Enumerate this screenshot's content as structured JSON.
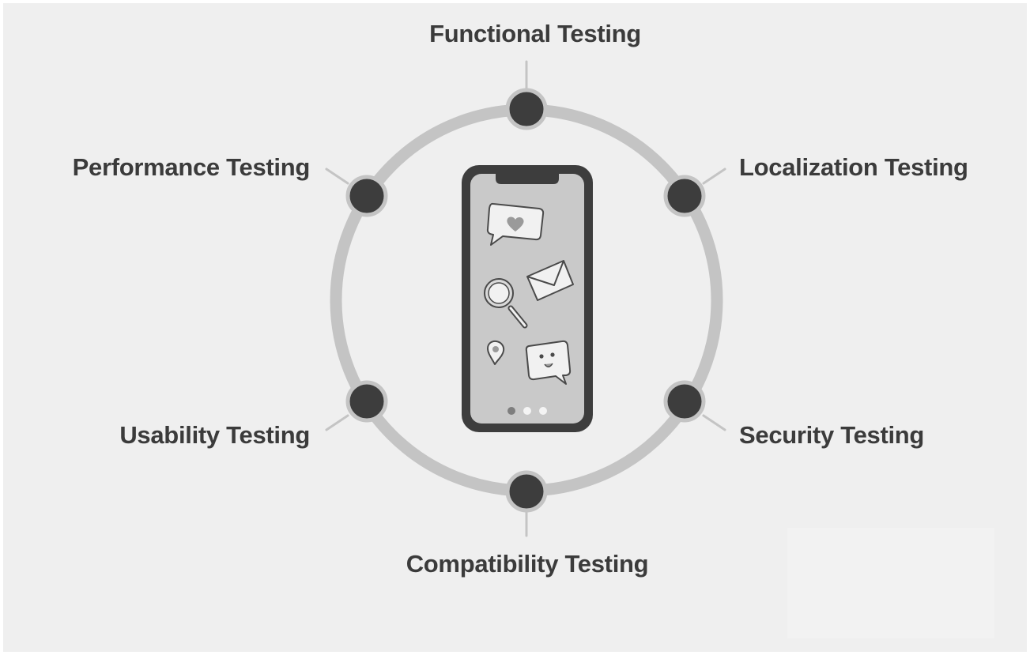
{
  "labels": {
    "top": "Functional Testing",
    "right_top": "Localization Testing",
    "right_bottom": "Security Testing",
    "bottom": "Compatibility Testing",
    "left_bottom": "Usability Testing",
    "left_top": "Performance Testing"
  },
  "colors": {
    "background": "#efefef",
    "ring": "#c4c4c4",
    "node": "#3d3d3d",
    "text": "#3b3b3b",
    "phone_body": "#3d3d3d",
    "phone_screen": "#c9c9c9"
  },
  "icons": {
    "phone": "smartphone-icon",
    "heart_bubble": "heart-chat-bubble-icon",
    "envelope": "envelope-icon",
    "magnifier": "magnifier-icon",
    "location_pin": "location-pin-icon",
    "face_bubble": "smiley-chat-bubble-icon"
  },
  "pager": {
    "dots": 3,
    "active": 1
  }
}
